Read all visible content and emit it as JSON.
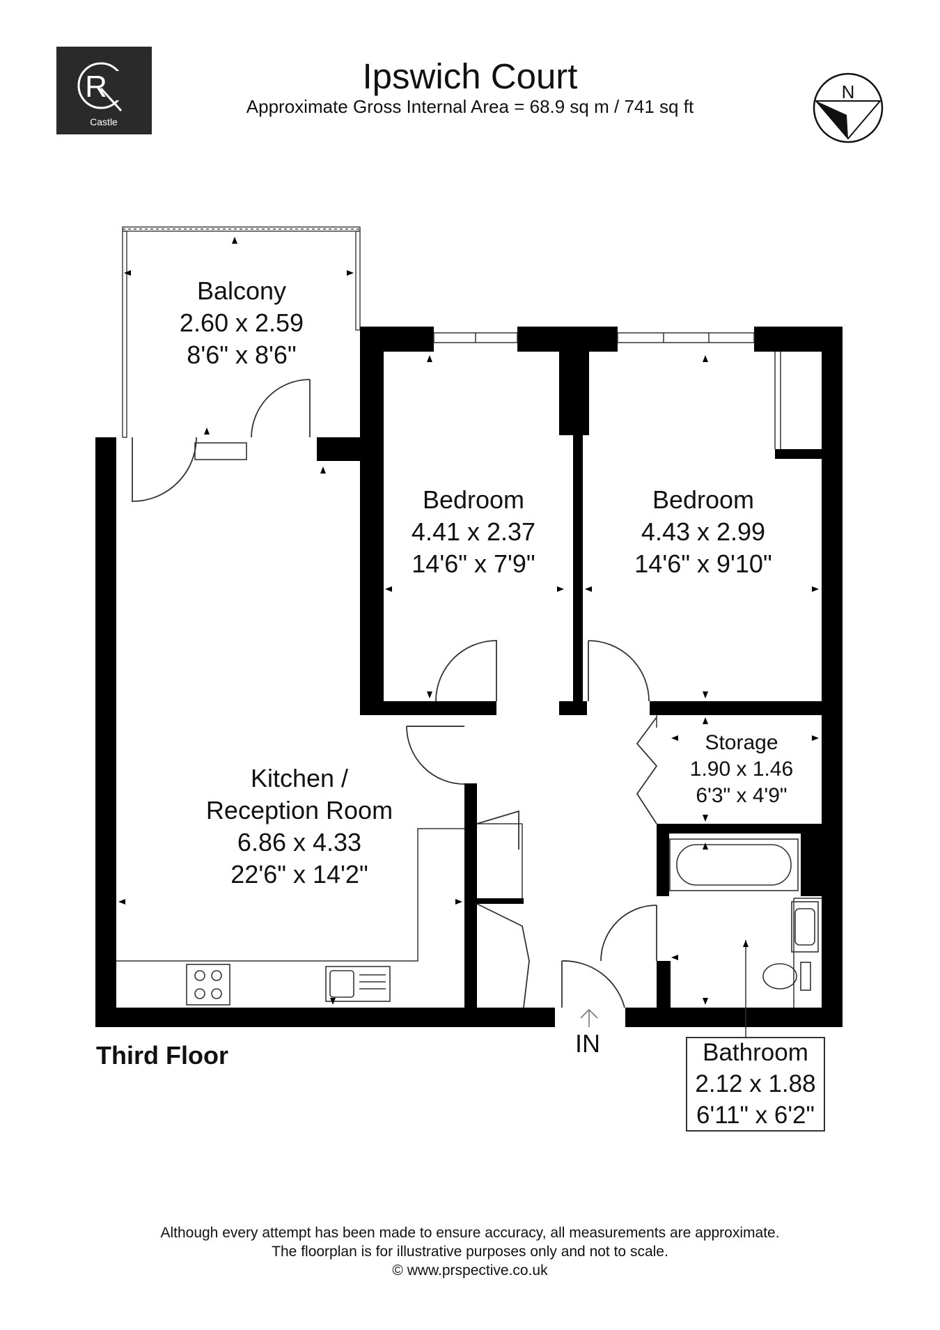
{
  "header": {
    "logo_text": "Castle",
    "title": "Ipswich Court",
    "subtitle": "Approximate Gross Internal Area = 68.9 sq m / 741 sq ft",
    "compass_label": "N"
  },
  "rooms": {
    "balcony": {
      "name": "Balcony",
      "metric": "2.60 x 2.59",
      "imperial": "8'6\" x 8'6\""
    },
    "bedroom1": {
      "name": "Bedroom",
      "metric": "4.41 x 2.37",
      "imperial": "14'6\" x 7'9\""
    },
    "bedroom2": {
      "name": "Bedroom",
      "metric": "4.43 x 2.99",
      "imperial": "14'6\" x 9'10\""
    },
    "kitchen": {
      "name_line1": "Kitchen /",
      "name_line2": "Reception Room",
      "metric": "6.86 x 4.33",
      "imperial": "22'6\" x 14'2\""
    },
    "storage": {
      "name": "Storage",
      "metric": "1.90 x 1.46",
      "imperial": "6'3\" x 4'9\""
    },
    "bathroom": {
      "name": "Bathroom",
      "metric": "2.12 x 1.88",
      "imperial": "6'11\" x 6'2\""
    }
  },
  "labels": {
    "floor": "Third Floor",
    "entrance": "IN"
  },
  "footer": {
    "line1": "Although every attempt has been made to ensure accuracy, all measurements are approximate.",
    "line2": "The floorplan is for illustrative purposes only and not to scale.",
    "line3": "© www.prspective.co.uk"
  },
  "colors": {
    "wall": "#000000",
    "logo_bg": "#2a2a2a",
    "line": "#333333"
  }
}
